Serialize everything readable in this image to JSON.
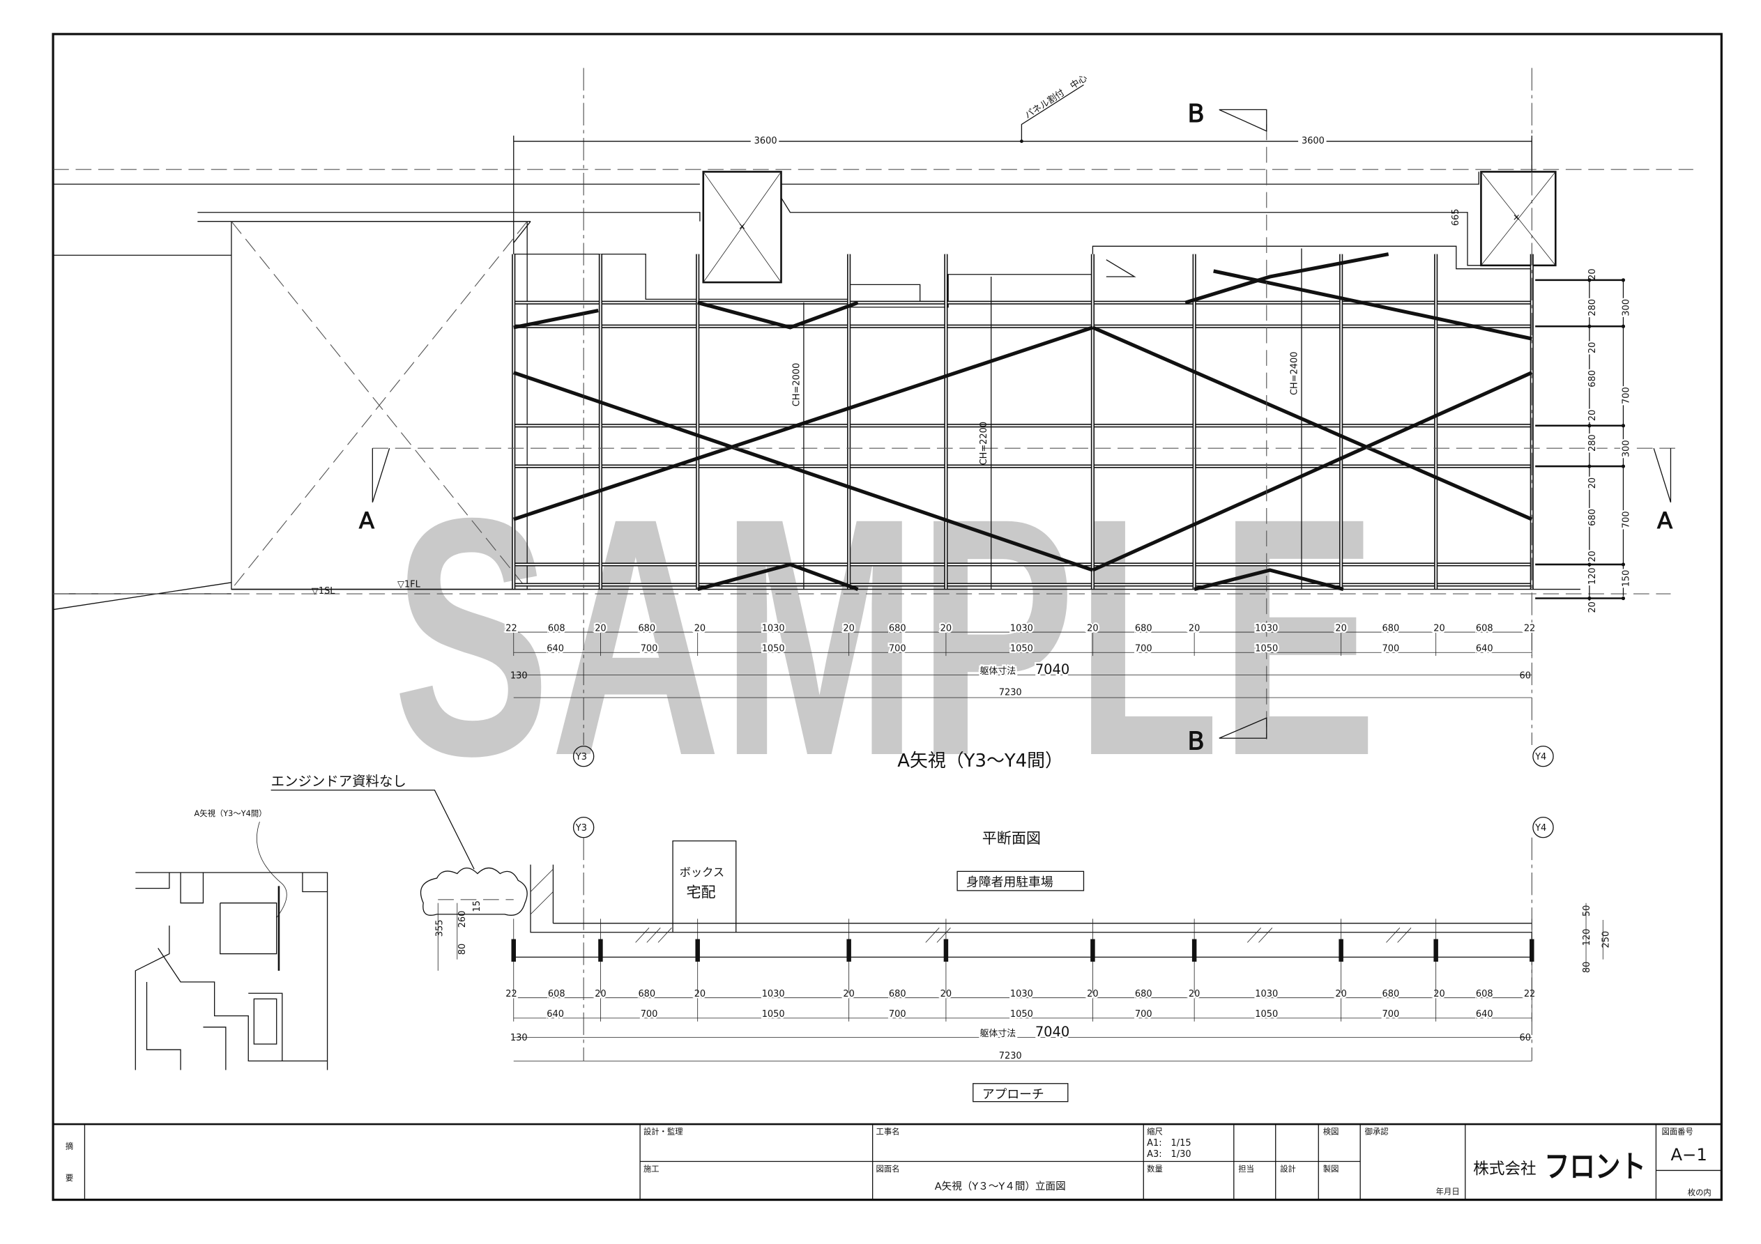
{
  "drawing": {
    "watermark": "SAMPLE",
    "title": "A矢視（Y3～Y4間）",
    "plan_title": "平断面図",
    "note_panel": "パネル割付　中心",
    "note_engine": "エンジンドア資料なし",
    "key_plan_label": "A矢視（Y3～Y4間）",
    "box_label_1": "ボックス",
    "box_label_2": "宅配",
    "parking_label": "身障者用駐車場",
    "approach_label": "アプローチ",
    "level_sl": "▽1SL",
    "level_fl": "▽1FL",
    "ch_2000": "CH=2000",
    "ch_2200": "CH=2200",
    "ch_2400": "CH=2400",
    "dim_top_left": "3600",
    "dim_top_right": "3600",
    "dim_665": "665",
    "section_a": "A",
    "section_b": "B",
    "grid_y3": "Y3",
    "grid_y4": "Y4",
    "dims_row1": [
      "22",
      "608",
      "20",
      "680",
      "20",
      "1030",
      "20",
      "680",
      "20",
      "1030",
      "20",
      "680",
      "20",
      "1030",
      "20",
      "680",
      "20",
      "608",
      "22"
    ],
    "dims_row2": [
      "640",
      "700",
      "1050",
      "700",
      "1050",
      "700",
      "1050",
      "700",
      "640"
    ],
    "dim_left": "130",
    "dim_right": "60",
    "body_label": "躯体寸法",
    "body_dim": "7040",
    "total_dim": "7230",
    "right_dims_inner": [
      "20",
      "280",
      "20",
      "680",
      "20",
      "280",
      "20",
      "680",
      "20",
      "120",
      "20"
    ],
    "right_dims_outer": [
      "300",
      "700",
      "300",
      "700",
      "150"
    ],
    "plan_left_dims": [
      "355",
      "260",
      "15",
      "80"
    ],
    "plan_right_dims": [
      "50",
      "120",
      "250",
      "80"
    ]
  },
  "title_block": {
    "remarks_1": "摘",
    "remarks_2": "要",
    "design_supervision": "設計・監理",
    "construction": "施工",
    "project_name": "工事名",
    "drawing_name_label": "図面名",
    "drawing_name": "A矢視（Y３～Y４間）立面図",
    "scale_label": "縮尺",
    "scale_a1": "A1:　1/15",
    "scale_a3": "A3:　1/30",
    "quantity": "数量",
    "in_charge": "担当",
    "design": "設計",
    "drafting": "製図",
    "check": "検図",
    "approval": "御承認",
    "date": "年月日",
    "company_prefix": "株式会社",
    "company_name": "フロント",
    "drawing_no_label": "図面番号",
    "drawing_no": "A−1",
    "sheets": "枚の内"
  }
}
